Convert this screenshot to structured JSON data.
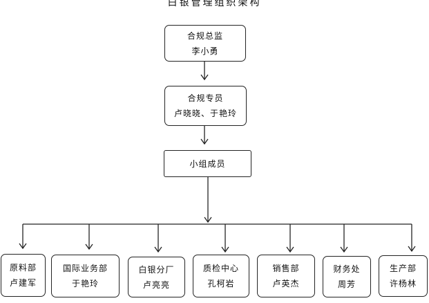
{
  "title": "白银管理组织架构",
  "top": [
    {
      "line1": "合规总监",
      "line2": "李小勇"
    },
    {
      "line1": "合规专员",
      "line2": "卢晓晓、于艳玲"
    },
    {
      "line1": "小组成员",
      "line2": ""
    }
  ],
  "departments": [
    {
      "name": "原料部",
      "person": "卢建军"
    },
    {
      "name": "国际业务部",
      "person": "于艳玲"
    },
    {
      "name": "白银分厂",
      "person": "卢亮亮"
    },
    {
      "name": "质检中心",
      "person": "孔柯岩"
    },
    {
      "name": "销售部",
      "person": "卢英杰"
    },
    {
      "name": "财务处",
      "person": "周芳"
    },
    {
      "name": "生产部",
      "person": "许杨林"
    }
  ]
}
